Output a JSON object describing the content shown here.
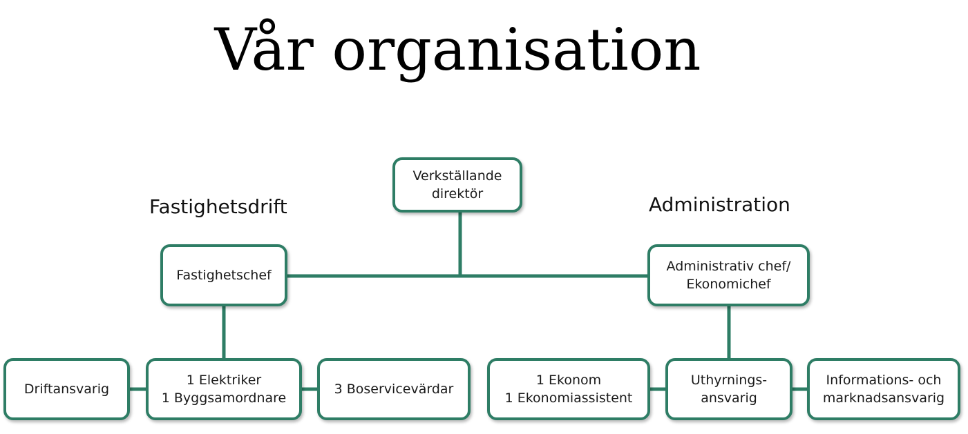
{
  "title": "Vår organisation",
  "sections": {
    "fastighetsdrift": "Fastighetsdrift",
    "administration": "Administration"
  },
  "boxes": {
    "vd": "Verkställande\ndirektör",
    "fastighetschef": "Fastighetschef",
    "administrativ_chef": "Administrativ chef/\nEkonomichef",
    "driftansvarig": "Driftansvarig",
    "elektriker_byggsamordnare": "1 Elektriker\n1 Byggsamordnare",
    "boservicevardar": "3 Boservicevärdar",
    "ekonom": "1 Ekonom\n1 Ekonomiassistent",
    "uthyrning": "Uthyrnings-\nansvarig",
    "information_marknad": "Informations- och\nmarknadsansvarig"
  },
  "colors": {
    "box_border": "#2e7d65",
    "connector": "#2e7d65",
    "text": "#1a1a1a",
    "background": "#ffffff"
  }
}
